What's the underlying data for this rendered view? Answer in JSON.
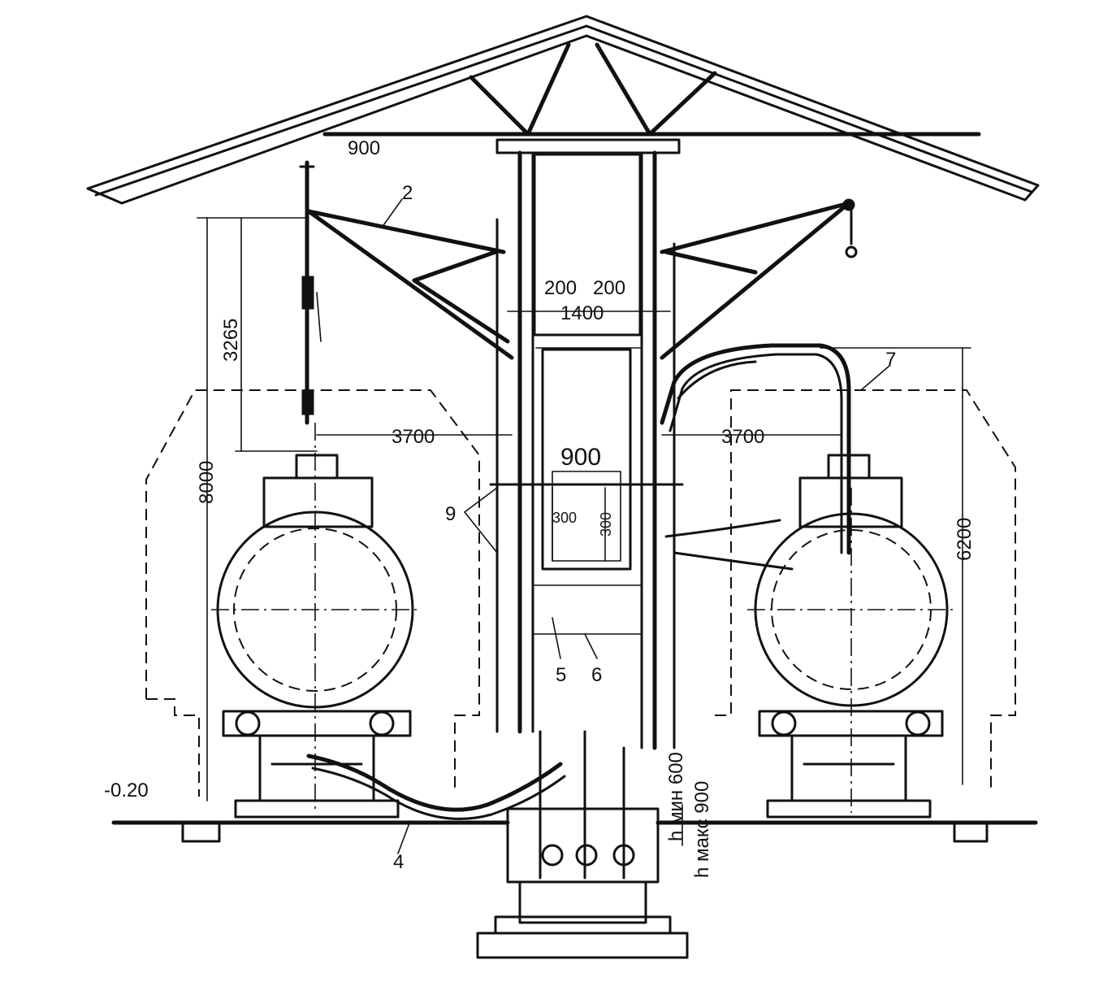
{
  "labels": {
    "roof_level": "900",
    "item_2": "2",
    "item_4": "4",
    "item_5": "5",
    "item_6": "6",
    "item_7": "7",
    "item_9": "9",
    "dim_3265": "3265",
    "dim_8000": "8000",
    "dim_6200": "6200",
    "dim_3700_left": "3700",
    "dim_3700_right": "3700",
    "dim_200_left": "200",
    "dim_200_right": "200",
    "dim_1400": "1400",
    "dim_900_center": "900",
    "dim_300_left": "300",
    "dim_300_right": "300",
    "ground_level": "-0.20",
    "h_min": "h мин 600",
    "h_max": "h макс 900"
  }
}
